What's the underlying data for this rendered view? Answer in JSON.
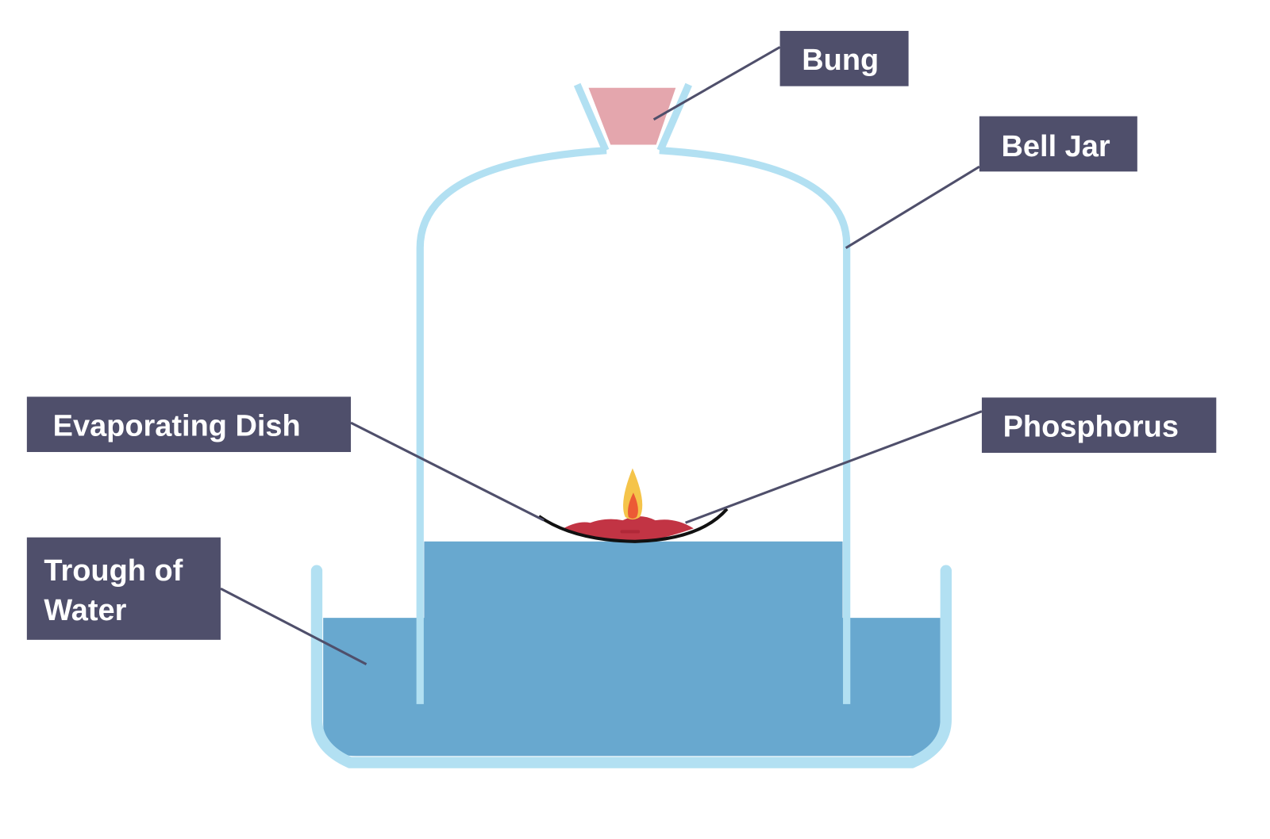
{
  "labels": {
    "bung": "Bung",
    "bell_jar": "Bell Jar",
    "evaporating_dish": "Evaporating Dish",
    "phosphorus": "Phosphorus",
    "trough_line1": "Trough of",
    "trough_line2": "Water"
  },
  "colors": {
    "label_box": "#4f4f6b",
    "glass": "#b2e0f2",
    "water": "#68a8cf",
    "bung": "#e4a6ad",
    "phosphorus": "#c23444",
    "flame_outer": "#f5c44a",
    "flame_inner": "#ec5a35"
  }
}
